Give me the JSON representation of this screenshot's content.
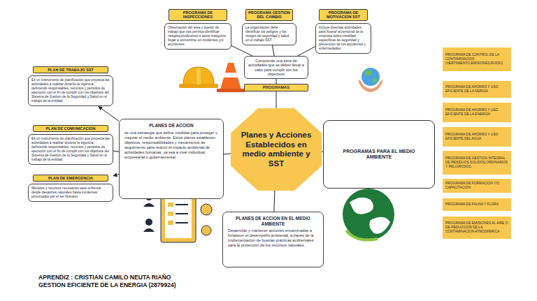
{
  "diagram": {
    "nodes": [
      {
        "text": [
          "PROGRAMA DE INSPECCIONES",
          "Observacion del area y puesto de trabajo que nos permita identificar riesgos(condiciones o actos inseguros llegar a convertirse en incidentes y/o accidentes."
        ]
      },
      {
        "text": [
          "PROGRAMA GESTION DEL CAMBIO",
          "La organizacion debe identificar los peligros y los riesgos de seguridad y salud en el trabajo SST."
        ]
      },
      {
        "text": [
          "PROGRAMA DE MOTIVACION SST",
          "Incluye diversas actividades para ilustrar al personal de la empresa sobre medidad especificas de seguridad y prevencion de los accidentes y enfermedades"
        ]
      },
      {
        "text": [
          "Comprende una serie de actividades que se deben llevar a cabo para cumplir con los objectivos"
        ]
      },
      {
        "text": [
          "PROGRAMAS"
        ]
      },
      {
        "text": [
          "PLAN DE TRABAJO SST",
          "Es un instrumento de planificación que proyecta las actividades a realizar durante la vigencia, definiendo responsables, recursos y periodos de ejecución con el fin de cumplir con los objetivos del Sistema de Gestion de la Seguridad y Salud en el trabajo de la entidad."
        ]
      },
      {
        "text": [
          "PLAN DE COMUNICACION",
          "Es un instrumento de planificación que proyecta las actividades a realizar durante la vigencia, definiendo responsables, recursos y periodos de ejecución con el fin de cumplir con los objetivos del Sistema de Gestion de la Seguridad y Salud en el trabajo de la entidad."
        ]
      },
      {
        "text": [
          "PLAN DE EMERGENCIA",
          "Metodos y recursos necesarios para enfrentar desde desastres naturales hasta incidentes provocados por el ser humano."
        ]
      },
      {
        "text": [
          "PLANES DE ACCION",
          "es una estrategia que define medidas para proteger y mejorar el medio ambiente. Estos planes establecen objetivos, responsabilidades y mecanismos de seguimiento para reducir el impacto ambiental de actividades humanas, ya sea a nivel individual, empresarial o gubernamental."
        ]
      },
      {
        "text": [
          "Planes y Acciones Establecidos en medio ambiente y SST"
        ]
      },
      {
        "text": [
          "PROGRAMAS PARA EL MEDIO AMBIENTE"
        ]
      },
      {
        "text": [
          "PROGRAMA DE CONTROL DE LA CONTAMINACION (VERTIMIENTO,EMISIONES,RUIDO)"
        ]
      },
      {
        "text": [
          "PROGRAMA DE AHORRO Y USO EFICIENTE DE LA NERGIA"
        ]
      },
      {
        "text": [
          "PROGRAMA DE AHORRO Y USO EFICIENTE DE LA ENERGIA"
        ]
      },
      {
        "text": [
          "PROGRAMA DE AHORRO Y USO EFICIENTE DEL AGUA."
        ]
      },
      {
        "text": [
          "PROGRAMA DE GESTION INTEGRAL DE RESIDUOS SOLIDOS,ORDINARIOS Y PELIGROSOS."
        ]
      },
      {
        "text": [
          "PROGRAMA DE FORMACION Y/O CAPACITACION"
        ]
      },
      {
        "text": [
          "PROGRAMA DE FAUNA Y FLORA"
        ]
      },
      {
        "text": [
          "PROGRAMA DE EMISIONES AL AIRE O DE REDUCCION DE LA CONTAMINACION ATMOSFERICA"
        ]
      },
      {
        "text": [
          "PLANES DE ACCION EN EL MEDIO AMBIENTE",
          "Desarrollar y mantener acciones encaminadas a fortalecer el desempeño ambiental, a través de la implementación de buenas prácticas ambientales para la protección de los recursos naturales."
        ]
      }
    ],
    "edges": [
      {
        "from": 3,
        "to": 0,
        "arrow": "none"
      },
      {
        "from": 3,
        "to": 1,
        "arrow": "none"
      },
      {
        "from": 3,
        "to": 2,
        "arrow": "none"
      },
      {
        "from": 4,
        "to": 3,
        "arrow": "none"
      },
      {
        "from": 9,
        "to": 4,
        "arrow": "none"
      },
      {
        "from": 9,
        "to": 8,
        "arrow": "none"
      },
      {
        "from": 8,
        "to": 5,
        "arrow": "to"
      },
      {
        "from": 8,
        "to": 6,
        "arrow": "none"
      },
      {
        "from": 8,
        "to": 7,
        "arrow": "to"
      },
      {
        "from": 9,
        "to": 10,
        "arrow": "none"
      },
      {
        "from": 9,
        "to": 19,
        "arrow": "none"
      }
    ],
    "labels": [
      "APRENDIZ : CRISTIAN CAMILO NEUTA RIAÑO",
      "GESTION EFICIENTE DE LA ENERGIA (2879924)"
    ]
  }
}
